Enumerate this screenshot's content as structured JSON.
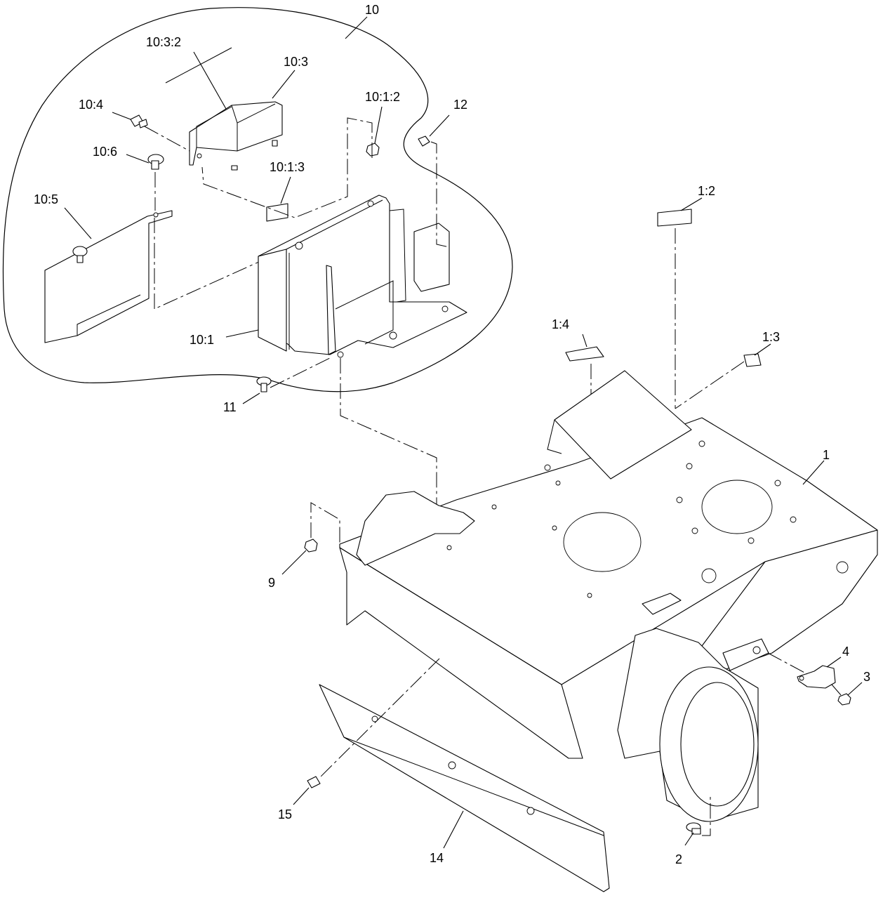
{
  "callouts": {
    "c10": "10",
    "c10_3_2": "10:3:2",
    "c10_3": "10:3",
    "c10_4": "10:4",
    "c10_6": "10:6",
    "c10_1_2": "10:1:2",
    "c12": "12",
    "c10_1_3": "10:1:3",
    "c10_5": "10:5",
    "c1_2": "1:2",
    "c1_4": "1:4",
    "c1_3": "1:3",
    "c10_1": "10:1",
    "c11": "11",
    "c1": "1",
    "c9": "9",
    "c4": "4",
    "c3": "3",
    "c15": "15",
    "c14": "14",
    "c2": "2"
  }
}
